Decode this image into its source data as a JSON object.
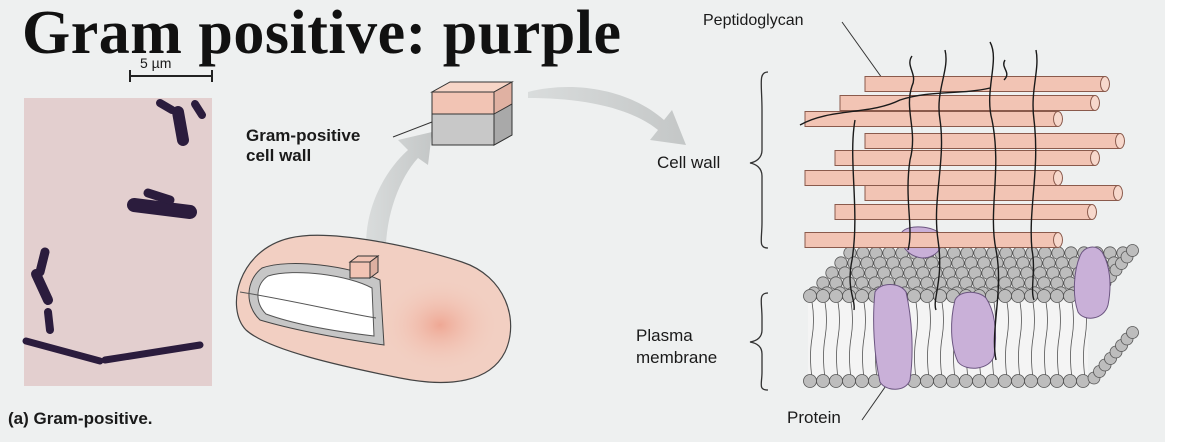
{
  "title": "Gram positive:  purple",
  "micrograph": {
    "scale_bar": "5 µm",
    "caption": "(a) Gram-positive."
  },
  "cell_wall_label": [
    "Gram-positive",
    "cell wall"
  ],
  "structure": {
    "peptidoglycan": "Peptidoglycan",
    "cell_wall": "Cell wall",
    "plasma_membrane": [
      "Plasma",
      "membrane"
    ],
    "protein": "Protein"
  },
  "colors": {
    "peptidoglycan": "#f2c4b4",
    "protein": "#c9b0d8",
    "lipid_head": "#bdbdbd",
    "stain": "#3a2750",
    "background_panel": "#eef0f0"
  }
}
